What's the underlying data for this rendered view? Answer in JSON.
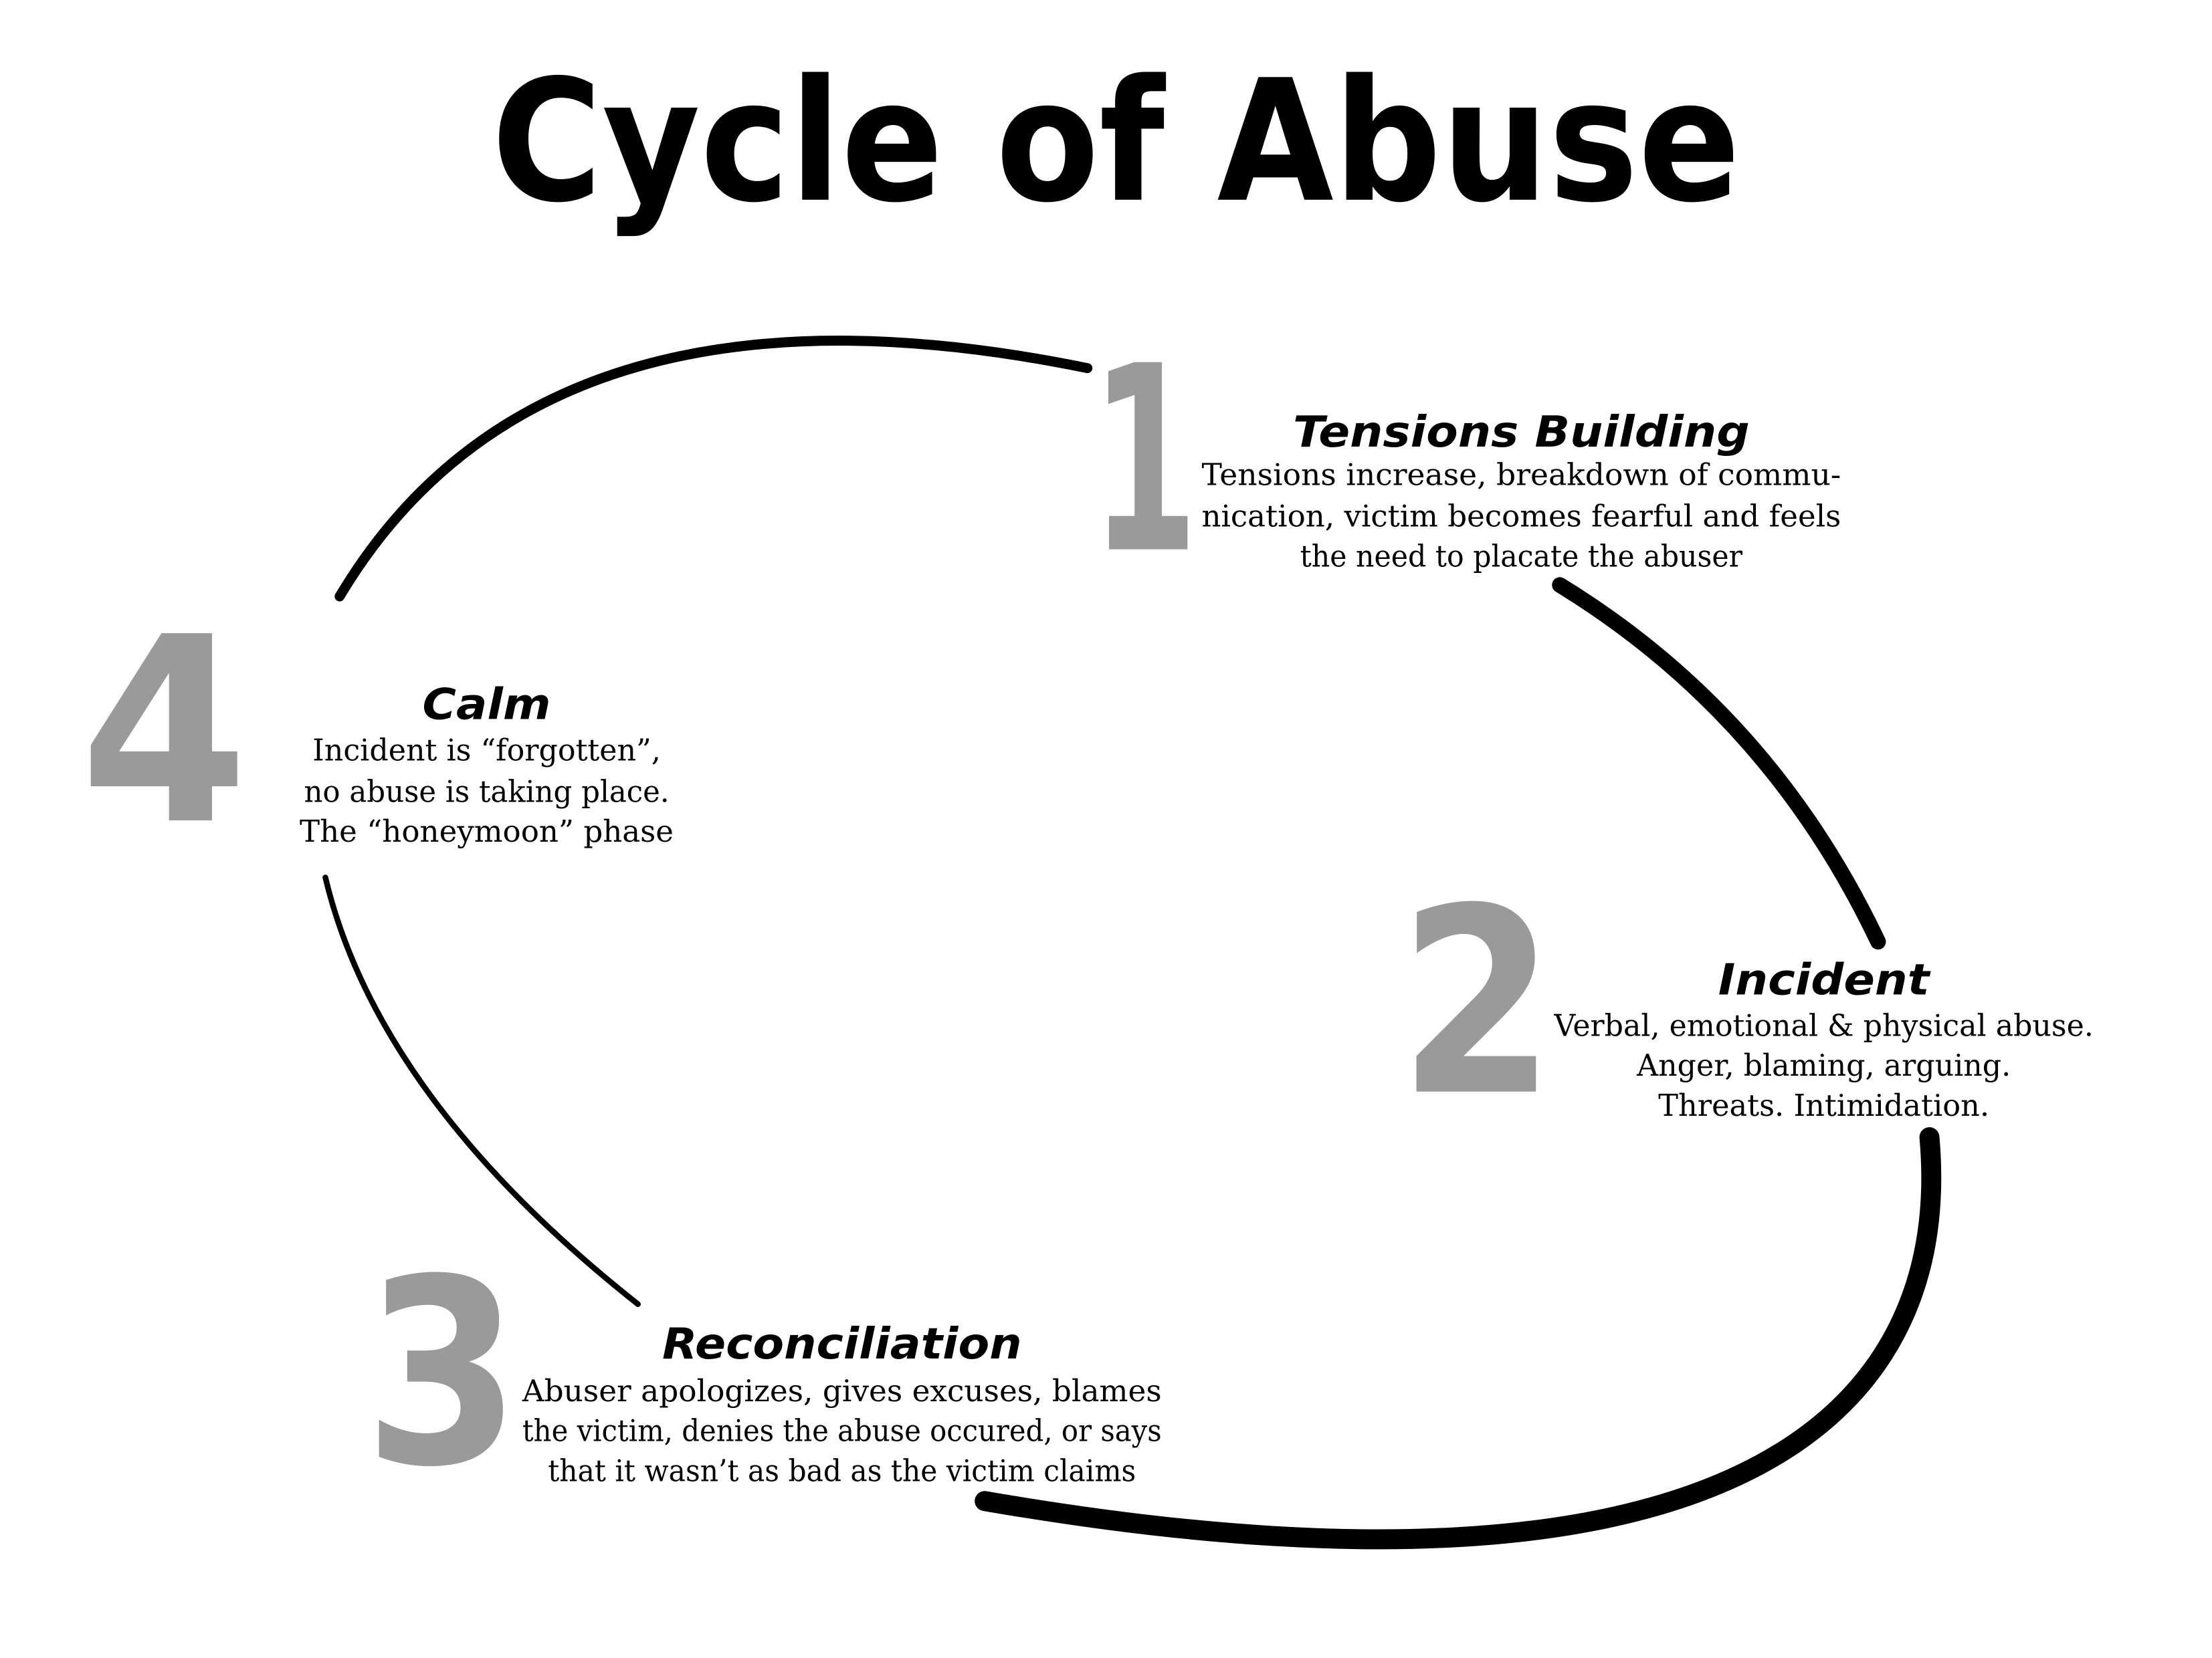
{
  "title": "Cycle of Abuse",
  "stages": [
    {
      "number": "1",
      "heading": "Tensions Building",
      "lines": [
        "Tensions increase, breakdown of commu-",
        "nication, victim becomes fearful and feels",
        "the need to placate the abuser"
      ]
    },
    {
      "number": "2",
      "heading": "Incident",
      "lines": [
        "Verbal, emotional & physical abuse.",
        "Anger, blaming, arguing.",
        "Threats.  Intimidation."
      ]
    },
    {
      "number": "3",
      "heading": "Reconciliation",
      "lines": [
        "Abuser apologizes, gives excuses, blames",
        "the victim, denies the abuse occured, or says",
        "that it wasn’t as bad as the victim claims"
      ]
    },
    {
      "number": "4",
      "heading": "Calm",
      "lines": [
        "Incident is “forgotten”,",
        "no abuse is taking place.",
        "The “honeymoon” phase"
      ]
    }
  ]
}
